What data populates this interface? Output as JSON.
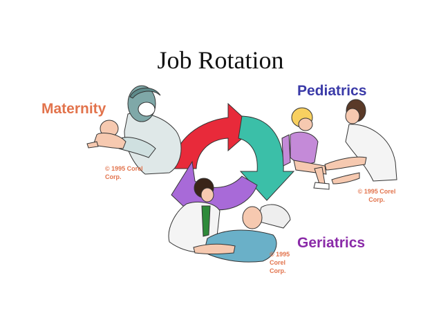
{
  "title": "Job Rotation",
  "labels": {
    "maternity": "Maternity",
    "pediatrics": "Pediatrics",
    "geriatrics": "Geriatrics"
  },
  "credits": {
    "maternity": "© 1995 Corel Corp.",
    "pediatrics": "© 1995 Corel Corp.",
    "geriatrics": "© 1995 Corel Corp."
  },
  "colors": {
    "maternity_label": "#e2734c",
    "pediatrics_label": "#3a3aa8",
    "geriatrics_label": "#8a2aa8",
    "credit_text": "#e2734c",
    "arrow_red": "#e82a3a",
    "arrow_teal": "#3bbfa8",
    "arrow_purple": "#a86ad8"
  }
}
